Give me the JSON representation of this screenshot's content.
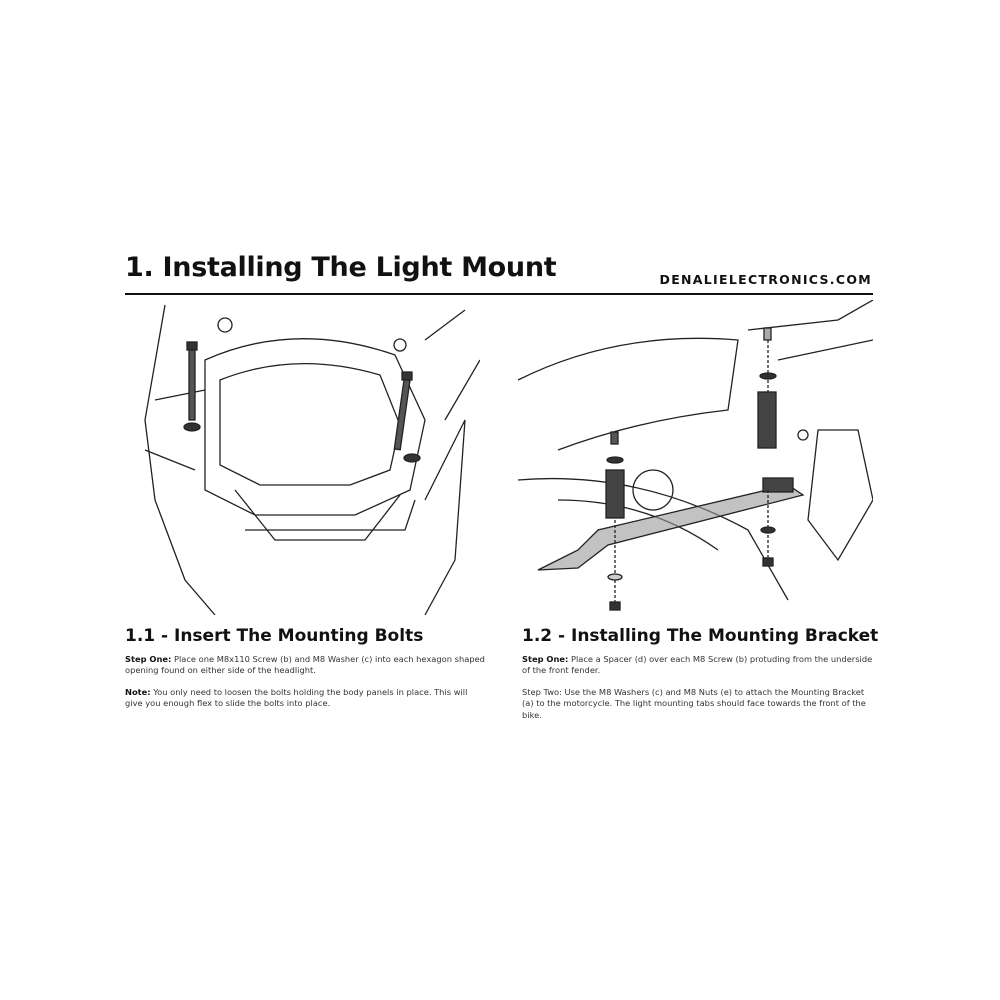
{
  "header": {
    "title": "1. Installing The Light Mount",
    "site": "DENALIELECTRONICS.COM"
  },
  "section1": {
    "heading": "1.1 - Insert The Mounting Bolts",
    "step_one_label": "Step One:",
    "step_one_text": " Place one M8x110 Screw (b) and M8 Washer (c) into each hexagon shaped opening found on either side of the headlight.",
    "note_label": "Note:",
    "note_text": " You only need to loosen the bolts holding the body panels in place. This will give you enough flex to slide the bolts into place."
  },
  "section2": {
    "heading": "1.2 - Installing The Mounting Bracket",
    "step_one_label": "Step One:",
    "step_one_text": " Place a Spacer (d) over each M8 Screw (b) protuding from the underside of the front fender.",
    "step_two_text": "Step Two: Use the M8 Washers (c) and M8 Nuts (e) to attach the Mounting Bracket (a) to the motorcycle.  The light mounting tabs should face towards the front of the bike."
  }
}
